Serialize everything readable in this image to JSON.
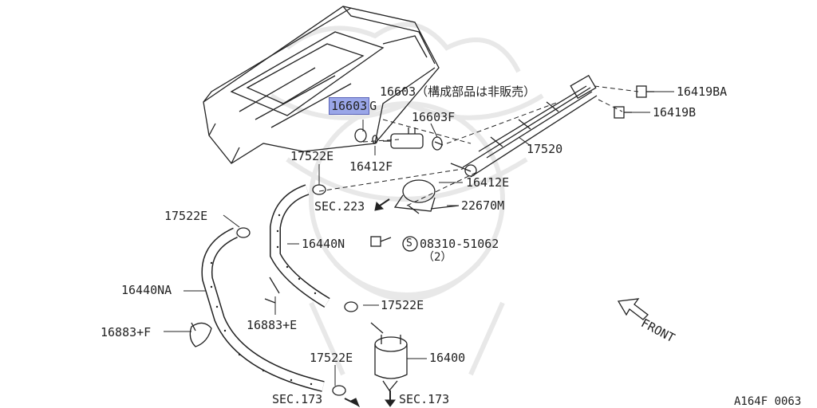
{
  "labels": {
    "p16603": "16603（構成部品は非販売）",
    "p16603g_num": "16603",
    "p16603g_suffix": "G",
    "p16603f": "16603F",
    "p16412f": "16412F",
    "p17522e_top": "17522E",
    "p17520": "17520",
    "p16419ba": "16419BA",
    "p16419b": "16419B",
    "p16412e": "16412E",
    "sec223": "SEC.223",
    "p22670m": "22670M",
    "p17522e_left": "17522E",
    "p16440n": "16440N",
    "p08310": "08310-51062",
    "p08310_qty": "（2）",
    "s_symbol": "S",
    "p16440na": "16440NA",
    "p17522e_mid": "17522E",
    "p16883f": "16883+F",
    "p16883e": "16883+E",
    "p16400": "16400",
    "p17522e_bottom": "17522E",
    "sec173_left": "SEC.173",
    "sec173_right": "SEC.173",
    "front": "FRONT",
    "figure_id": "A164F 0063"
  },
  "colors": {
    "line": "#222222",
    "highlight": "#9aa6e8",
    "watermark": "#e6e6e6"
  }
}
